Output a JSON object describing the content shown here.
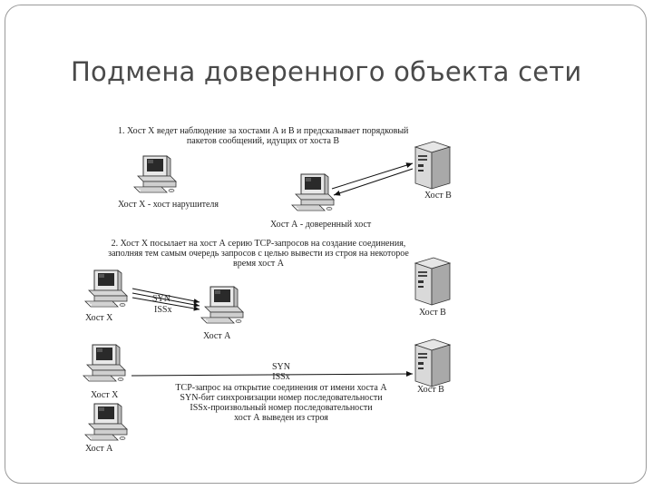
{
  "title": "Подмена доверенного объекта сети",
  "step1": {
    "text_line1": "1. Хост Х ведет наблюдение за хостами А и В и предсказывает порядковый",
    "text_line2": "пакетов сообщений, идущих от хоста В"
  },
  "step2": {
    "text_line1": "2. Хост Х посылает на хост А серию TCP-запросов на создание соединения,",
    "text_line2": "заполняя тем самым очередь запросов с целью вывести из строя на некоторое",
    "text_line3": "время хост А"
  },
  "step3": {
    "syn": "SYN",
    "issx": "ISSx",
    "text_line1": "TCP-запрос на открытие соединения от имени хоста А",
    "text_line2": "SYN-бит синхронизации номер последовательности",
    "text_line3": "ISSx-произвольный номер последовательности",
    "text_line4": "хост А выведен из строя"
  },
  "labels": {
    "host_x_watches": "Хост Х - хост нарушителя",
    "host_a_trusted": "Хост А - доверенный хост",
    "host_b": "Хост В",
    "host_x": "Хост Х",
    "host_a": "Хост А",
    "syn": "SYN",
    "issx": "ISSx"
  }
}
